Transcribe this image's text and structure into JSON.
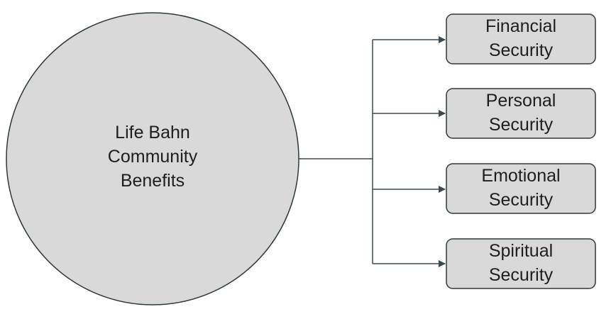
{
  "hub": {
    "lines": [
      "Life Bahn",
      "Community",
      "Benefits"
    ]
  },
  "targets": [
    {
      "lines": [
        "Financial",
        "Security"
      ]
    },
    {
      "lines": [
        "Personal",
        "Security"
      ]
    },
    {
      "lines": [
        "Emotional",
        "Security"
      ]
    },
    {
      "lines": [
        "Spiritual",
        "Security"
      ]
    }
  ],
  "colors": {
    "fill": "#d9d9d9",
    "stroke": "#2d3a3d",
    "connector": "#3b4a4e",
    "text": "#1e1e1e"
  }
}
